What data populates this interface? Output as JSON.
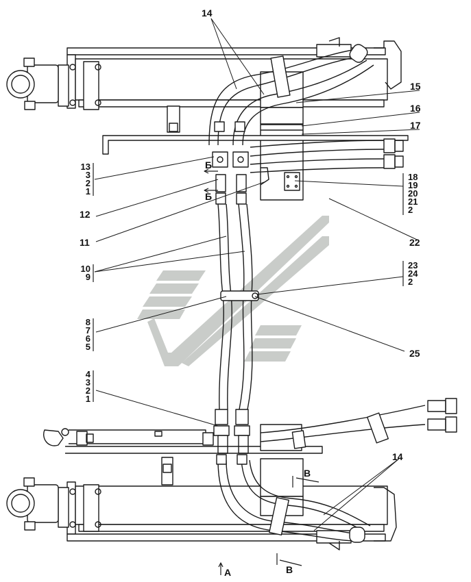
{
  "callouts": {
    "c14_top": "14",
    "c15": "15",
    "c16": "16",
    "c17": "17",
    "c12": "12",
    "c11": "11",
    "c22": "22",
    "c25": "25",
    "c14_bottom": "14"
  },
  "stacks": {
    "left_top": [
      "13",
      "3",
      "2",
      "1"
    ],
    "right_top": [
      "18",
      "19",
      "20",
      "21",
      "2"
    ],
    "left_mid": [
      "10",
      "9"
    ],
    "right_mid": [
      "23",
      "24",
      "2"
    ],
    "left_clamp": [
      "8",
      "7",
      "6",
      "5"
    ],
    "left_low": [
      "4",
      "3",
      "2",
      "1"
    ]
  },
  "section_marks": {
    "b_upper": "Б",
    "b_lower": "Б",
    "v_mark": "В",
    "v_view": "В",
    "a_view": "А"
  },
  "colors": {
    "line": "#1a1a1a",
    "watermark": "#c9ccc9"
  }
}
